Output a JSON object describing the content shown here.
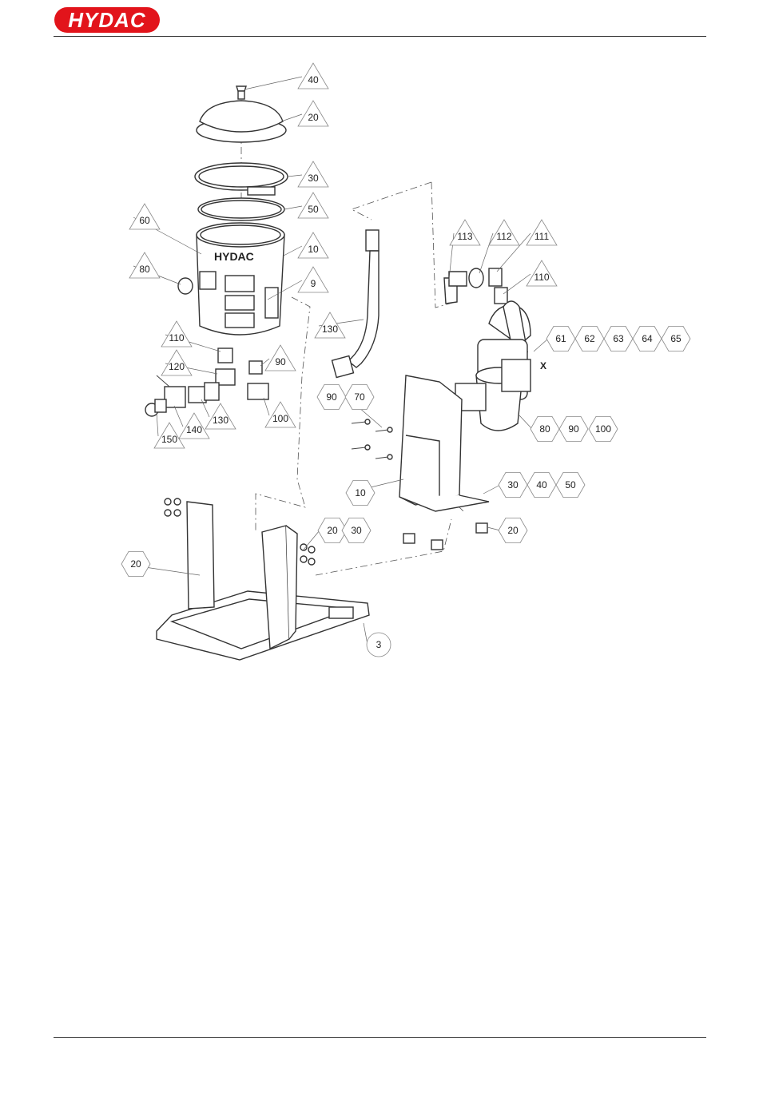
{
  "header": {
    "logo_text": "HYDAC",
    "brand_color": "#e2141b"
  },
  "drawing": {
    "tank_logo_text": "HYDAC",
    "motor_marker": "X",
    "callouts": [
      "40",
      "20",
      "30",
      "50",
      "60",
      "10",
      "80",
      "9",
      "110",
      "120",
      "90",
      "150",
      "140",
      "130",
      "100",
      "130",
      "113",
      "112",
      "111",
      "110",
      "61",
      "62",
      "63",
      "64",
      "65",
      "90",
      "70",
      "80",
      "90",
      "100",
      "10",
      "30",
      "40",
      "50",
      "20",
      "20",
      "30",
      "20",
      "3"
    ]
  }
}
